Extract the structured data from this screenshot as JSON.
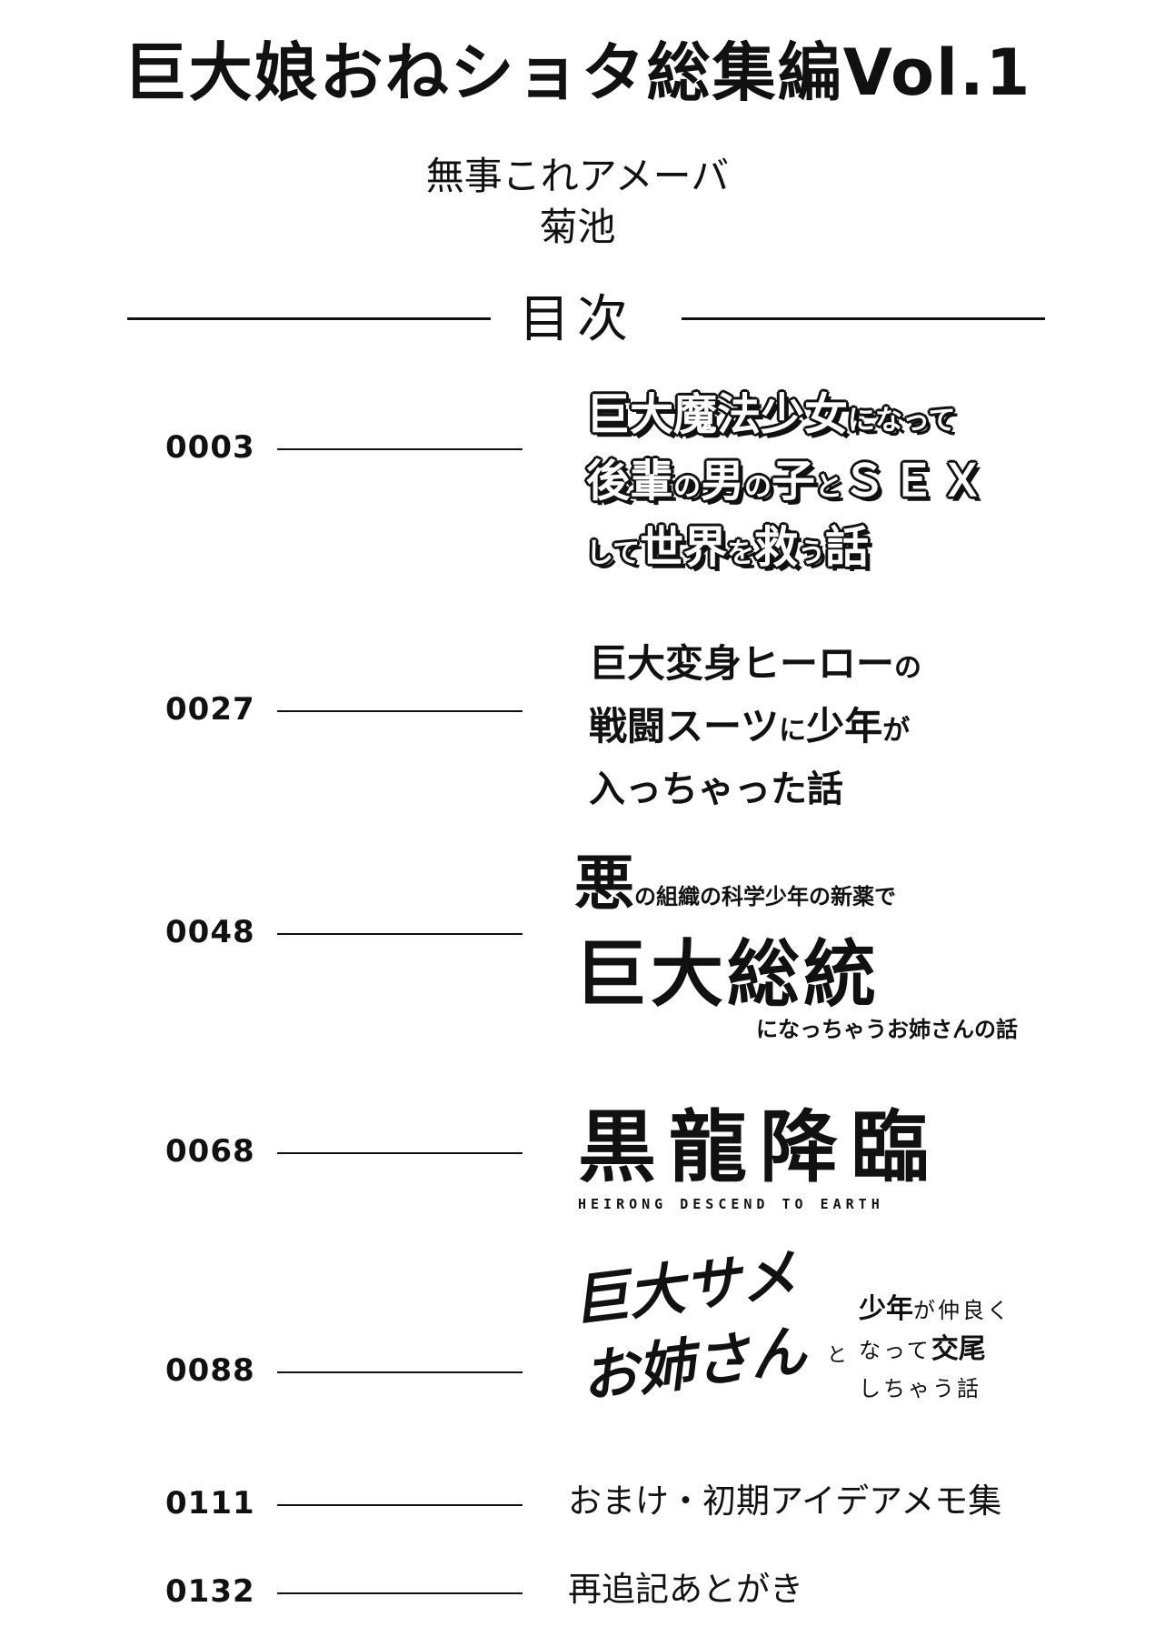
{
  "header": {
    "title": "巨大娘おねショタ総集編Vol.1",
    "author_1": "無事これアメーバ",
    "author_2": "菊池",
    "toc_heading": "目次"
  },
  "entries": [
    {
      "page": "0003",
      "lines": [
        [
          "巨大魔法少女",
          "になって"
        ],
        [
          "後輩",
          "の",
          "男",
          "の",
          "子",
          "と",
          "ＳＥＸ"
        ],
        [
          "して",
          "世界",
          "を",
          "救",
          "う",
          "話"
        ]
      ]
    },
    {
      "page": "0027",
      "lines": [
        [
          "巨大変身ヒーロー",
          "の"
        ],
        [
          "戦闘スーツ",
          "に",
          "少年",
          "が"
        ],
        [
          "入っちゃった話"
        ]
      ]
    },
    {
      "page": "0048",
      "lines": [
        [
          "悪",
          "の組織の科学少年の新薬で"
        ],
        [
          "巨大総統"
        ],
        [
          "になっちゃうお姉さんの話"
        ]
      ]
    },
    {
      "page": "0068",
      "title": "黒龍降臨",
      "subtitle": "HEIRONG DESCEND TO EARTH"
    },
    {
      "page": "0088",
      "main_1": "巨大サメ",
      "main_2": "お姉さん",
      "connector": "と",
      "side_1a": "少年",
      "side_1b": "が仲良く",
      "side_2a": "なって",
      "side_2b": "交尾",
      "side_3": "しちゃう話"
    },
    {
      "page": "0111",
      "title": "おまけ・初期アイデアメモ集"
    },
    {
      "page": "0132",
      "title": "再追記あとがき"
    }
  ],
  "colors": {
    "ink": "#111111",
    "paper": "#ffffff"
  }
}
